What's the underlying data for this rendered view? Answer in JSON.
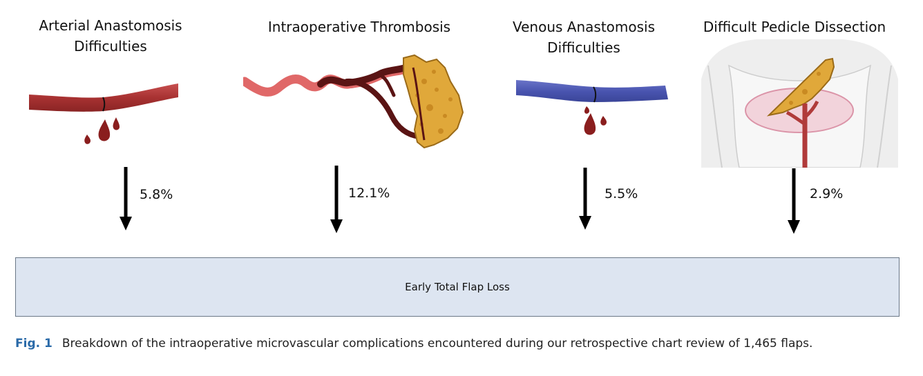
{
  "complications": [
    {
      "title_lines": [
        "Arterial Anastomosis",
        "Difficulties"
      ],
      "percent": "5.8%",
      "icon": "artery-bleeding-icon"
    },
    {
      "title_lines": [
        "Intraoperative Thrombosis"
      ],
      "percent": "12.1%",
      "icon": "thrombosed-vessel-flap-icon"
    },
    {
      "title_lines": [
        "Venous Anastomosis",
        "Difficulties"
      ],
      "percent": "5.5%",
      "icon": "vein-bleeding-icon"
    },
    {
      "title_lines": [
        "Difficult Pedicle Dissection"
      ],
      "percent": "2.9%",
      "icon": "torso-pedicle-flap-icon"
    }
  ],
  "outcome": "Early Total Flap Loss",
  "caption": {
    "label": "Fig. 1",
    "text": "Breakdown of the intraoperative microvascular complications encountered during our retrospective chart review of 1,465 flaps."
  },
  "colors": {
    "artery": "#b03a3a",
    "vein": "#4a55b0",
    "flap": "#e0a83a",
    "blood": "#8a1e1e",
    "outcome_box": "#dde5f1"
  }
}
